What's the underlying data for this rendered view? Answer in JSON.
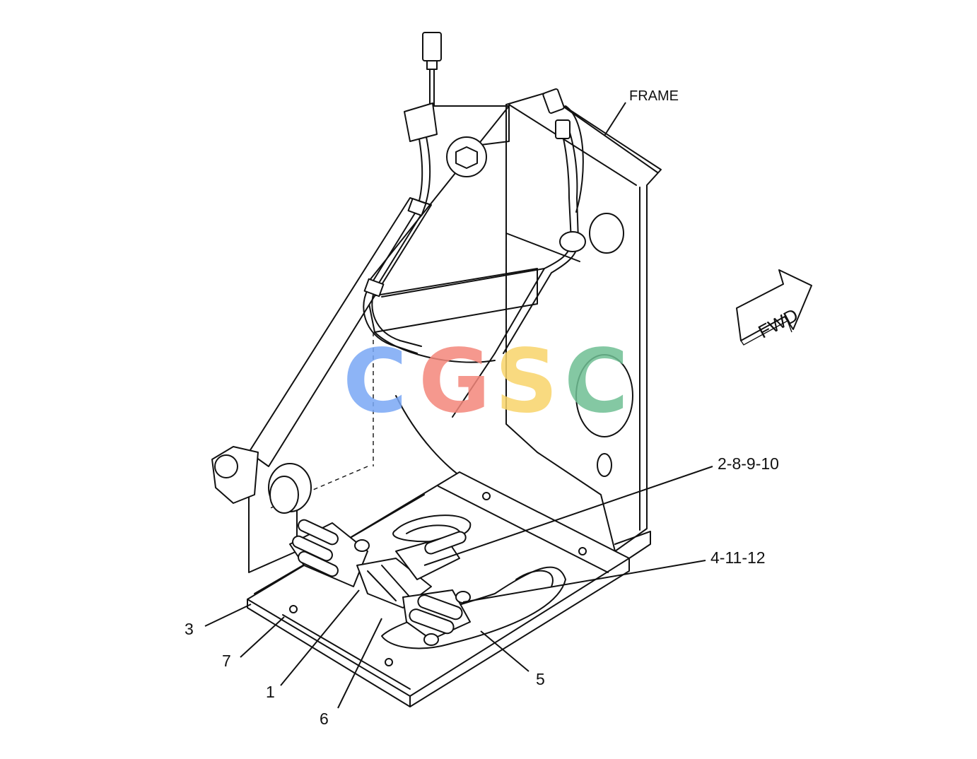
{
  "labels": {
    "frame": "FRAME",
    "fwd": "FWD",
    "c_2_8_9_10": "2-8-9-10",
    "c_4_11_12": "4-11-12",
    "c_3": "3",
    "c_7": "7",
    "c_1": "1",
    "c_6": "6",
    "c_5": "5"
  },
  "watermark": {
    "letters": [
      "C",
      "G",
      "S",
      "C"
    ],
    "colors": [
      "#7aa8f5",
      "#f4877b",
      "#f8d46a",
      "#6fbf94"
    ]
  }
}
